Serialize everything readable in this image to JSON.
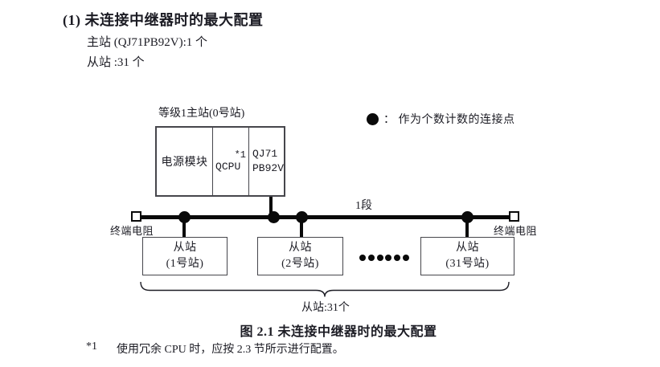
{
  "page": {
    "heading": "(1) 未连接中继器时的最大配置",
    "spec_lines": [
      "主站 (QJ71PB92V):1 个",
      "从站 :31 个"
    ]
  },
  "diagram": {
    "master_label": "等级1主站(0号站)",
    "master_modules": {
      "power": "电源模块",
      "cpu_note": "*1",
      "cpu": "QCPU",
      "interface_line1": "QJ71",
      "interface_line2": "PB92V"
    },
    "legend": {
      "symbol": "filled-circle",
      "text": "： 作为个数计数的连接点"
    },
    "segment_label": "1段",
    "terminator_left_label": "终端电阻",
    "terminator_right_label": "终端电阻",
    "slaves": [
      {
        "line1": "从站",
        "line2": "(1号站)"
      },
      {
        "line1": "从站",
        "line2": "(2号站)"
      },
      {
        "line1": "从站",
        "line2": "(31号站)"
      }
    ],
    "brace_label": "从站:31个"
  },
  "caption": "图 2.1 未连接中继器时的最大配置",
  "footnote": {
    "marker": "*1",
    "text": "使用冗余 CPU 时，应按 2.3 节所示进行配置。"
  },
  "colors": {
    "ink": "#1c1c24",
    "line": "#0a0a0a",
    "box_border": "#46464c",
    "background": "#ffffff"
  }
}
